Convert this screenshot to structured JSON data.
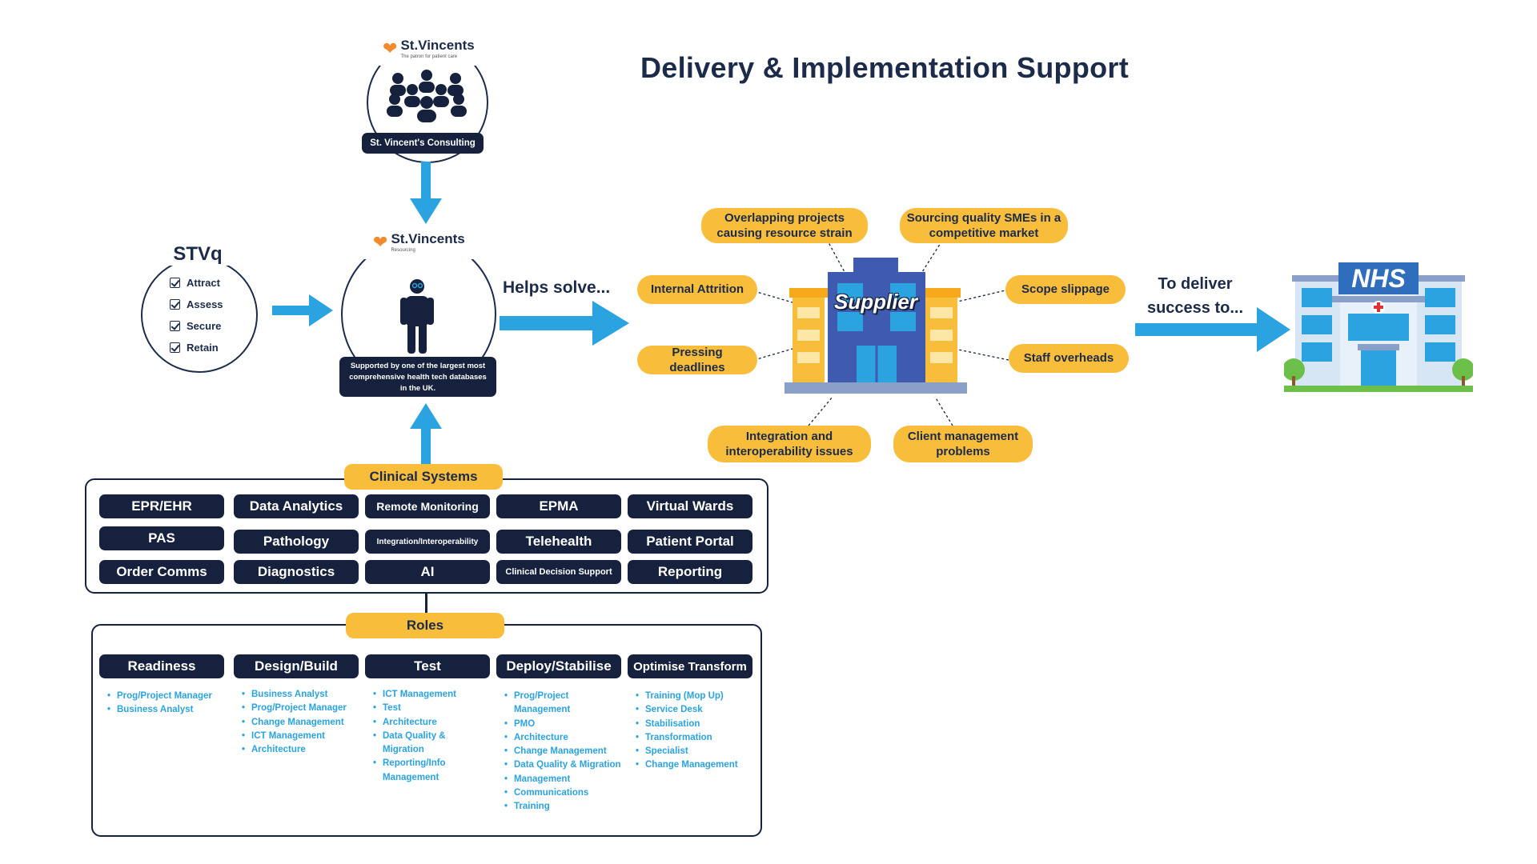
{
  "title": "Delivery & Implementation Support",
  "consulting": {
    "logo_brand": "St.Vincents",
    "logo_tagline": "The patron for patient care",
    "icon": "team-group-icon",
    "label": "St. Vincent's Consulting"
  },
  "resourcing": {
    "logo_brand": "St.Vincents",
    "logo_tagline": "Resourcing",
    "icon": "person-icon",
    "caption": "Supported by one of the largest most comprehensive health tech databases in the UK."
  },
  "stvq": {
    "title": "STVq",
    "items": [
      "Attract",
      "Assess",
      "Secure",
      "Retain"
    ]
  },
  "helps_solve": "Helps solve...",
  "supplier": {
    "label": "Supplier",
    "icon": "building-icon"
  },
  "problems": [
    "Overlapping projects causing resource strain",
    "Sourcing quality SMEs in a competitive market",
    "Internal Attrition",
    "Scope slippage",
    "Pressing deadlines",
    "Staff overheads",
    "Integration and interoperability issues",
    "Client management problems"
  ],
  "deliver": {
    "line1": "To deliver",
    "line2": "success to...",
    "nhs_label": "NHS",
    "icon": "hospital-icon"
  },
  "clinical_systems": {
    "label": "Clinical Systems",
    "items": [
      "EPR/EHR",
      "Data Analytics",
      "Remote Monitoring",
      "EPMA",
      "Virtual Wards",
      "PAS",
      "Pathology",
      "Integration/Interoperability",
      "Telehealth",
      "Patient Portal",
      "Order Comms",
      "Diagnostics",
      "AI",
      "Clinical Decision Support",
      "Reporting"
    ]
  },
  "roles": {
    "label": "Roles",
    "columns": [
      {
        "heading": "Readiness",
        "items": [
          "Prog/Project Manager",
          "Business Analyst"
        ]
      },
      {
        "heading": "Design/Build",
        "items": [
          "Business Analyst",
          "Prog/Project Manager",
          "Change Management",
          "ICT Management",
          "Architecture"
        ]
      },
      {
        "heading": "Test",
        "items": [
          "ICT Management",
          "Test",
          "Architecture",
          "Data Quality & Migration",
          "Reporting/Info Management"
        ]
      },
      {
        "heading": "Deploy/Stabilise",
        "items": [
          "Prog/Project Management",
          "PMO",
          "Architecture",
          "Change Management",
          "Data Quality & Migration",
          "Management",
          "Communications",
          "Training"
        ]
      },
      {
        "heading": "Optimise Transform",
        "items": [
          "Training (Mop Up)",
          "Service Desk",
          "Stabilisation",
          "Transformation",
          "Specialist",
          "Change Management"
        ]
      }
    ]
  },
  "colors": {
    "navy": "#16213d",
    "accent_blue": "#2aa3e0",
    "amber": "#f9bd3c",
    "brand_orange": "#f28a2e"
  }
}
